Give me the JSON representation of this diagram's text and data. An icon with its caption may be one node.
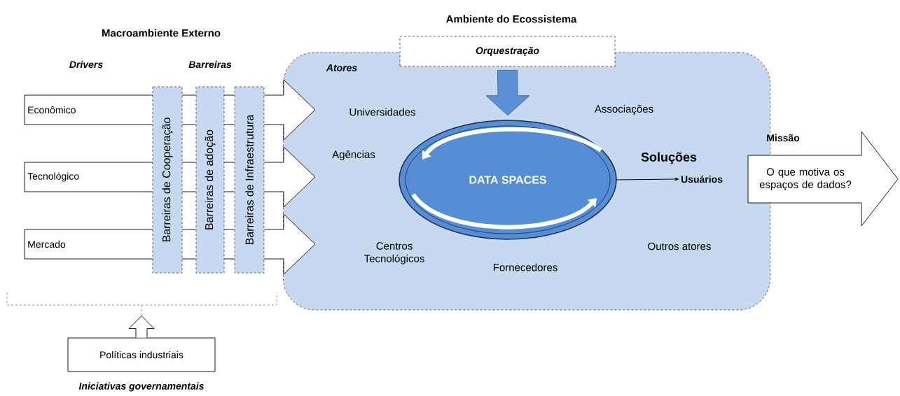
{
  "diagram": {
    "nodes": [
      {
        "text": [
          "Ambiente do Ecossistema",
          "Atores"
        ]
      },
      {
        "text": [
          "Orquestração"
        ]
      },
      {
        "text": [
          "Econômico"
        ]
      },
      {
        "text": [
          "Tecnológico"
        ]
      },
      {
        "text": [
          "Mercado"
        ]
      },
      {
        "text": [
          "Barreiras de Cooperação"
        ]
      },
      {
        "text": [
          "Barreiras de adoção"
        ]
      },
      {
        "text": [
          "Barreiras de Infraestrutura"
        ]
      },
      {
        "text": [
          "DATA SPACES"
        ],
        "in": 0
      },
      {
        "text": [
          "Usuários"
        ],
        "in": 0
      },
      {
        "text": [
          "O que motiva os espaços de dados?"
        ],
        "beside": [
          "Missão"
        ]
      },
      {
        "text": [
          "Políticas industriais"
        ],
        "beside": [
          "Iniciativas governamentais"
        ]
      }
    ],
    "edges": [
      {
        "from": 1,
        "to": 8,
        "arrow": "to",
        "style": "thick",
        "color": "#5b8fd6"
      },
      {
        "from": 8,
        "to": 9,
        "arrow": "to"
      },
      {
        "from": 11,
        "to": null,
        "arrow": "to",
        "style": "thick"
      }
    ],
    "labels": [
      "Macroambiente Externo",
      "Drivers",
      "Barreiras",
      "Universidades",
      "Associações",
      "Agências",
      "Soluções",
      "Centros Tecnológicos",
      "Outros atores",
      "Fornecedores"
    ]
  }
}
